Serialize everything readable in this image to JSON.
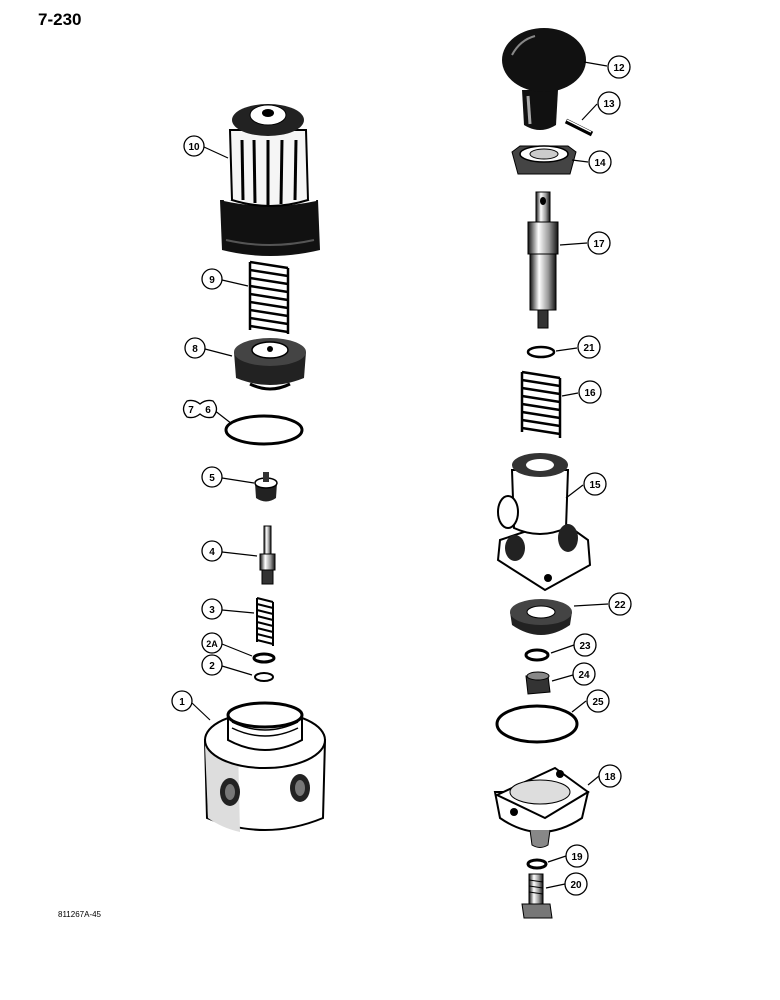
{
  "page": {
    "number": "7-230",
    "figure_code": "811267A-45"
  },
  "callouts": [
    "1",
    "2",
    "2A",
    "3",
    "4",
    "5",
    "7",
    "6",
    "8",
    "9",
    "10",
    "12",
    "13",
    "14",
    "17",
    "21",
    "16",
    "15",
    "22",
    "23",
    "24",
    "25",
    "18",
    "19",
    "20"
  ]
}
